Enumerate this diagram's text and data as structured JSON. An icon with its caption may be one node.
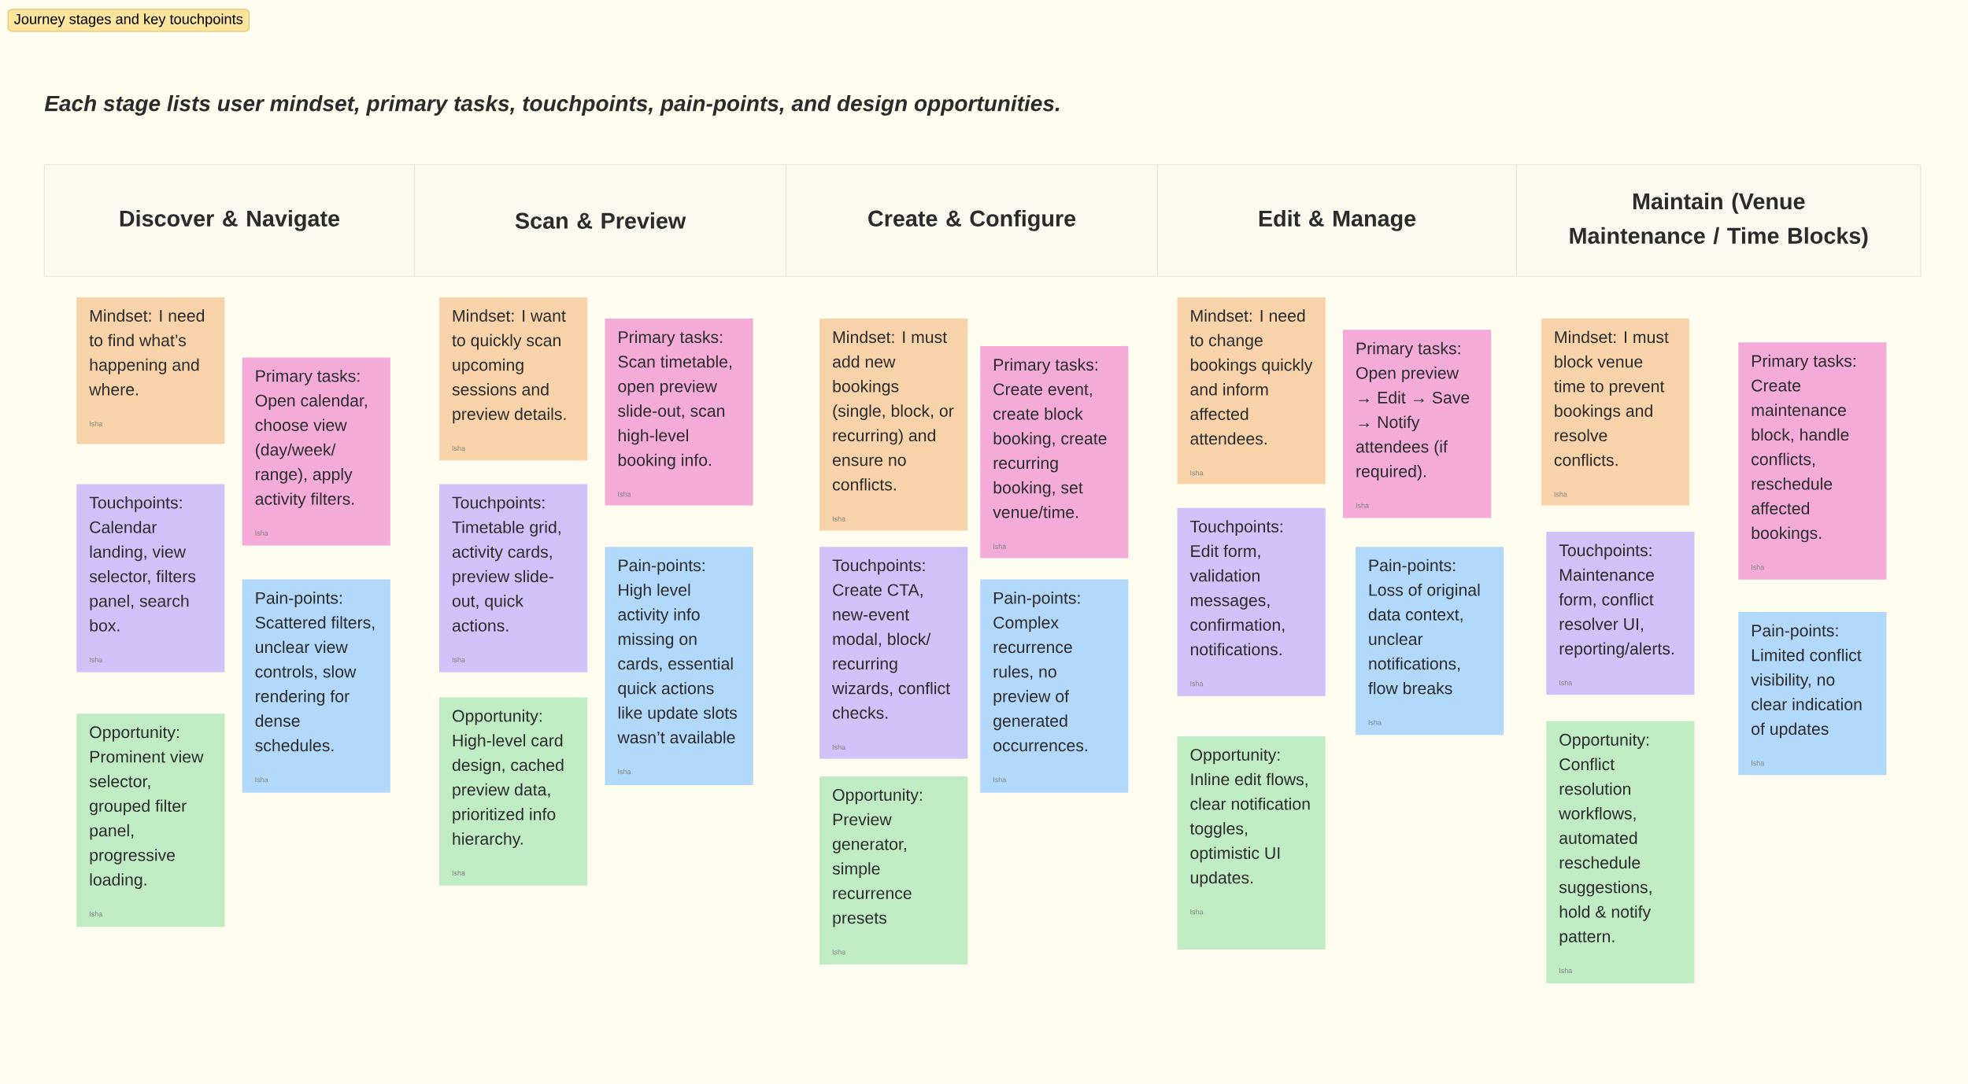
{
  "diagram": {
    "title": "Each stage lists user mindset, primary tasks, touchpoints, pain-points, and design opportunities.",
    "nodes": [
      {
        "text": [
          "Journey stages and key touchpoints"
        ]
      },
      {
        "text": [
          "Discover & Navigate"
        ]
      },
      {
        "text": [
          "Scan & Preview"
        ]
      },
      {
        "text": [
          "Create & Configure"
        ]
      },
      {
        "text": [
          "Edit & Manage"
        ]
      },
      {
        "text": [
          "Maintain (Venue Maintenance / Time Blocks)"
        ]
      },
      {
        "text": [
          "Mindset: I need to find what’s happening and where.",
          "Isha"
        ]
      },
      {
        "text": [
          "Primary tasks: Open calendar, choose view (day/week/ range), apply activity filters.",
          "Isha"
        ]
      },
      {
        "text": [
          "Touchpoints: Calendar landing, view selector, filters panel, search box.",
          "Isha"
        ]
      },
      {
        "text": [
          "Pain-points: Scattered filters, unclear view controls, slow rendering for dense schedules.",
          "Isha"
        ]
      },
      {
        "text": [
          "Opportunity: Prominent view selector, grouped filter panel, progressive loading.",
          "Isha"
        ]
      },
      {
        "text": [
          "Mindset: I want to quickly scan upcoming sessions and preview details.",
          "Isha"
        ]
      },
      {
        "text": [
          "Primary tasks: Scan timetable, open preview slide-out, scan high-level booking info.",
          "Isha"
        ]
      },
      {
        "text": [
          "Touchpoints: Timetable grid, activity cards, preview slide- out, quick actions.",
          "Isha"
        ]
      },
      {
        "text": [
          "Pain-points: High level activity info missing on cards, essential quick actions like update slots wasn’t available",
          "Isha"
        ]
      },
      {
        "text": [
          "Opportunity: High-level card design, cached preview data, prioritized info hierarchy.",
          "Isha"
        ]
      },
      {
        "text": [
          "Mindset: I must add new bookings (single, block, or recurring) and ensure no conflicts.",
          "Isha"
        ]
      },
      {
        "text": [
          "Primary tasks: Create event, create block booking, create recurring booking, set venue/time.",
          "Isha"
        ]
      },
      {
        "text": [
          "Touchpoints: Create CTA, new-event modal, block/ recurring wizards, conflict checks.",
          "Isha"
        ]
      },
      {
        "text": [
          "Pain-points: Complex recurrence rules, no preview of generated occurrences.",
          "Isha"
        ]
      },
      {
        "text": [
          "Opportunity: Preview generator, simple recurrence presets",
          "Isha"
        ]
      },
      {
        "text": [
          "Mindset: I need to change bookings quickly and inform affected attendees.",
          "Isha"
        ]
      },
      {
        "text": [
          "Primary tasks: Open preview → Edit → Save → Notify attendees (if required).",
          "Isha"
        ]
      },
      {
        "text": [
          "Touchpoints: Edit form, validation messages, confirmation, notifications.",
          "Isha"
        ]
      },
      {
        "text": [
          "Pain-points: Loss of original data context, unclear notifications, flow breaks",
          "Isha"
        ]
      },
      {
        "text": [
          "Opportunity: Inline edit flows, clear notification toggles, optimistic UI updates.",
          "Isha"
        ]
      },
      {
        "text": [
          "Mindset: I must block venue time to prevent bookings and resolve conflicts.",
          "Isha"
        ]
      },
      {
        "text": [
          "Primary tasks: Create maintenance block, handle conflicts, reschedule affected bookings.",
          "Isha"
        ]
      },
      {
        "text": [
          "Touchpoints: Maintenance form, conflict resolver UI, reporting/alerts.",
          "Isha"
        ]
      },
      {
        "text": [
          "Pain-points: Limited conflict visibility, no clear indication of updates",
          "Isha"
        ]
      },
      {
        "text": [
          "Opportunity: Conflict resolution workflows, automated reschedule suggestions, hold & notify pattern.",
          "Isha"
        ]
      }
    ],
    "edges": []
  }
}
